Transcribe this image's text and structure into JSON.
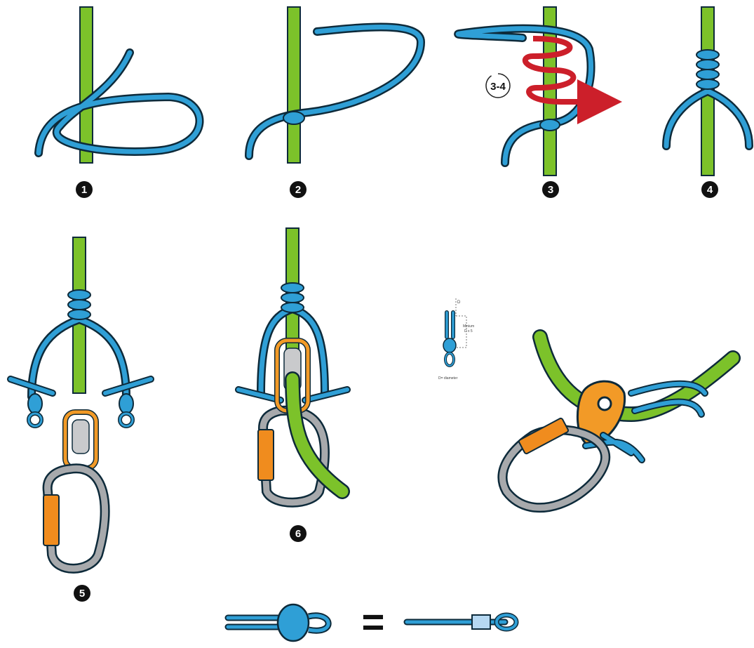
{
  "colors": {
    "rope_blue": "#2f9fd6",
    "rope_outline": "#0d2a3a",
    "line_green": "#7cc22a",
    "arrow_red": "#cc1f2a",
    "carabiner_gray": "#a7a9ac",
    "gate_orange": "#f08c1e",
    "pulley_orange": "#f29a27",
    "label_black": "#111111"
  },
  "steps": [
    {
      "label": "1"
    },
    {
      "label": "2"
    },
    {
      "label": "3"
    },
    {
      "label": "4"
    },
    {
      "label": "5"
    },
    {
      "label": "6"
    }
  ],
  "wrap_annotation": "3-4",
  "detail": {
    "top_letter": "D",
    "minimum_label": "Minium",
    "formula": "D x 5",
    "footnote": "D= diameter"
  },
  "equivalence_symbol": "="
}
